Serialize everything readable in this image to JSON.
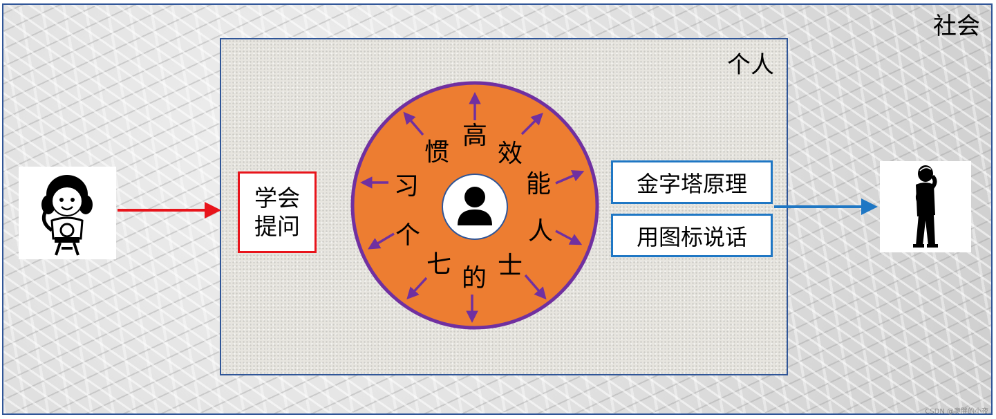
{
  "society_label": "社会",
  "person_label": "个人",
  "ask_label_line1": "学会",
  "ask_label_line2": "提问",
  "tools": [
    "金字塔原理",
    "用图标说话"
  ],
  "wheel": {
    "chars": [
      "高",
      "效",
      "能",
      "人",
      "士",
      "的",
      "七",
      "个",
      "习",
      "惯"
    ],
    "fill_color": "#ed7d31",
    "border_color": "#7030a0",
    "arrow_color": "#7030a0"
  },
  "colors": {
    "input_arrow": "#e8141b",
    "output_arrow": "#1f77c4",
    "frame": "#2f5597"
  },
  "icons": [
    "girl-figure-icon",
    "thinking-man-icon",
    "user-avatar-icon"
  ],
  "watermark": "CSDN @奥胖的小夜"
}
